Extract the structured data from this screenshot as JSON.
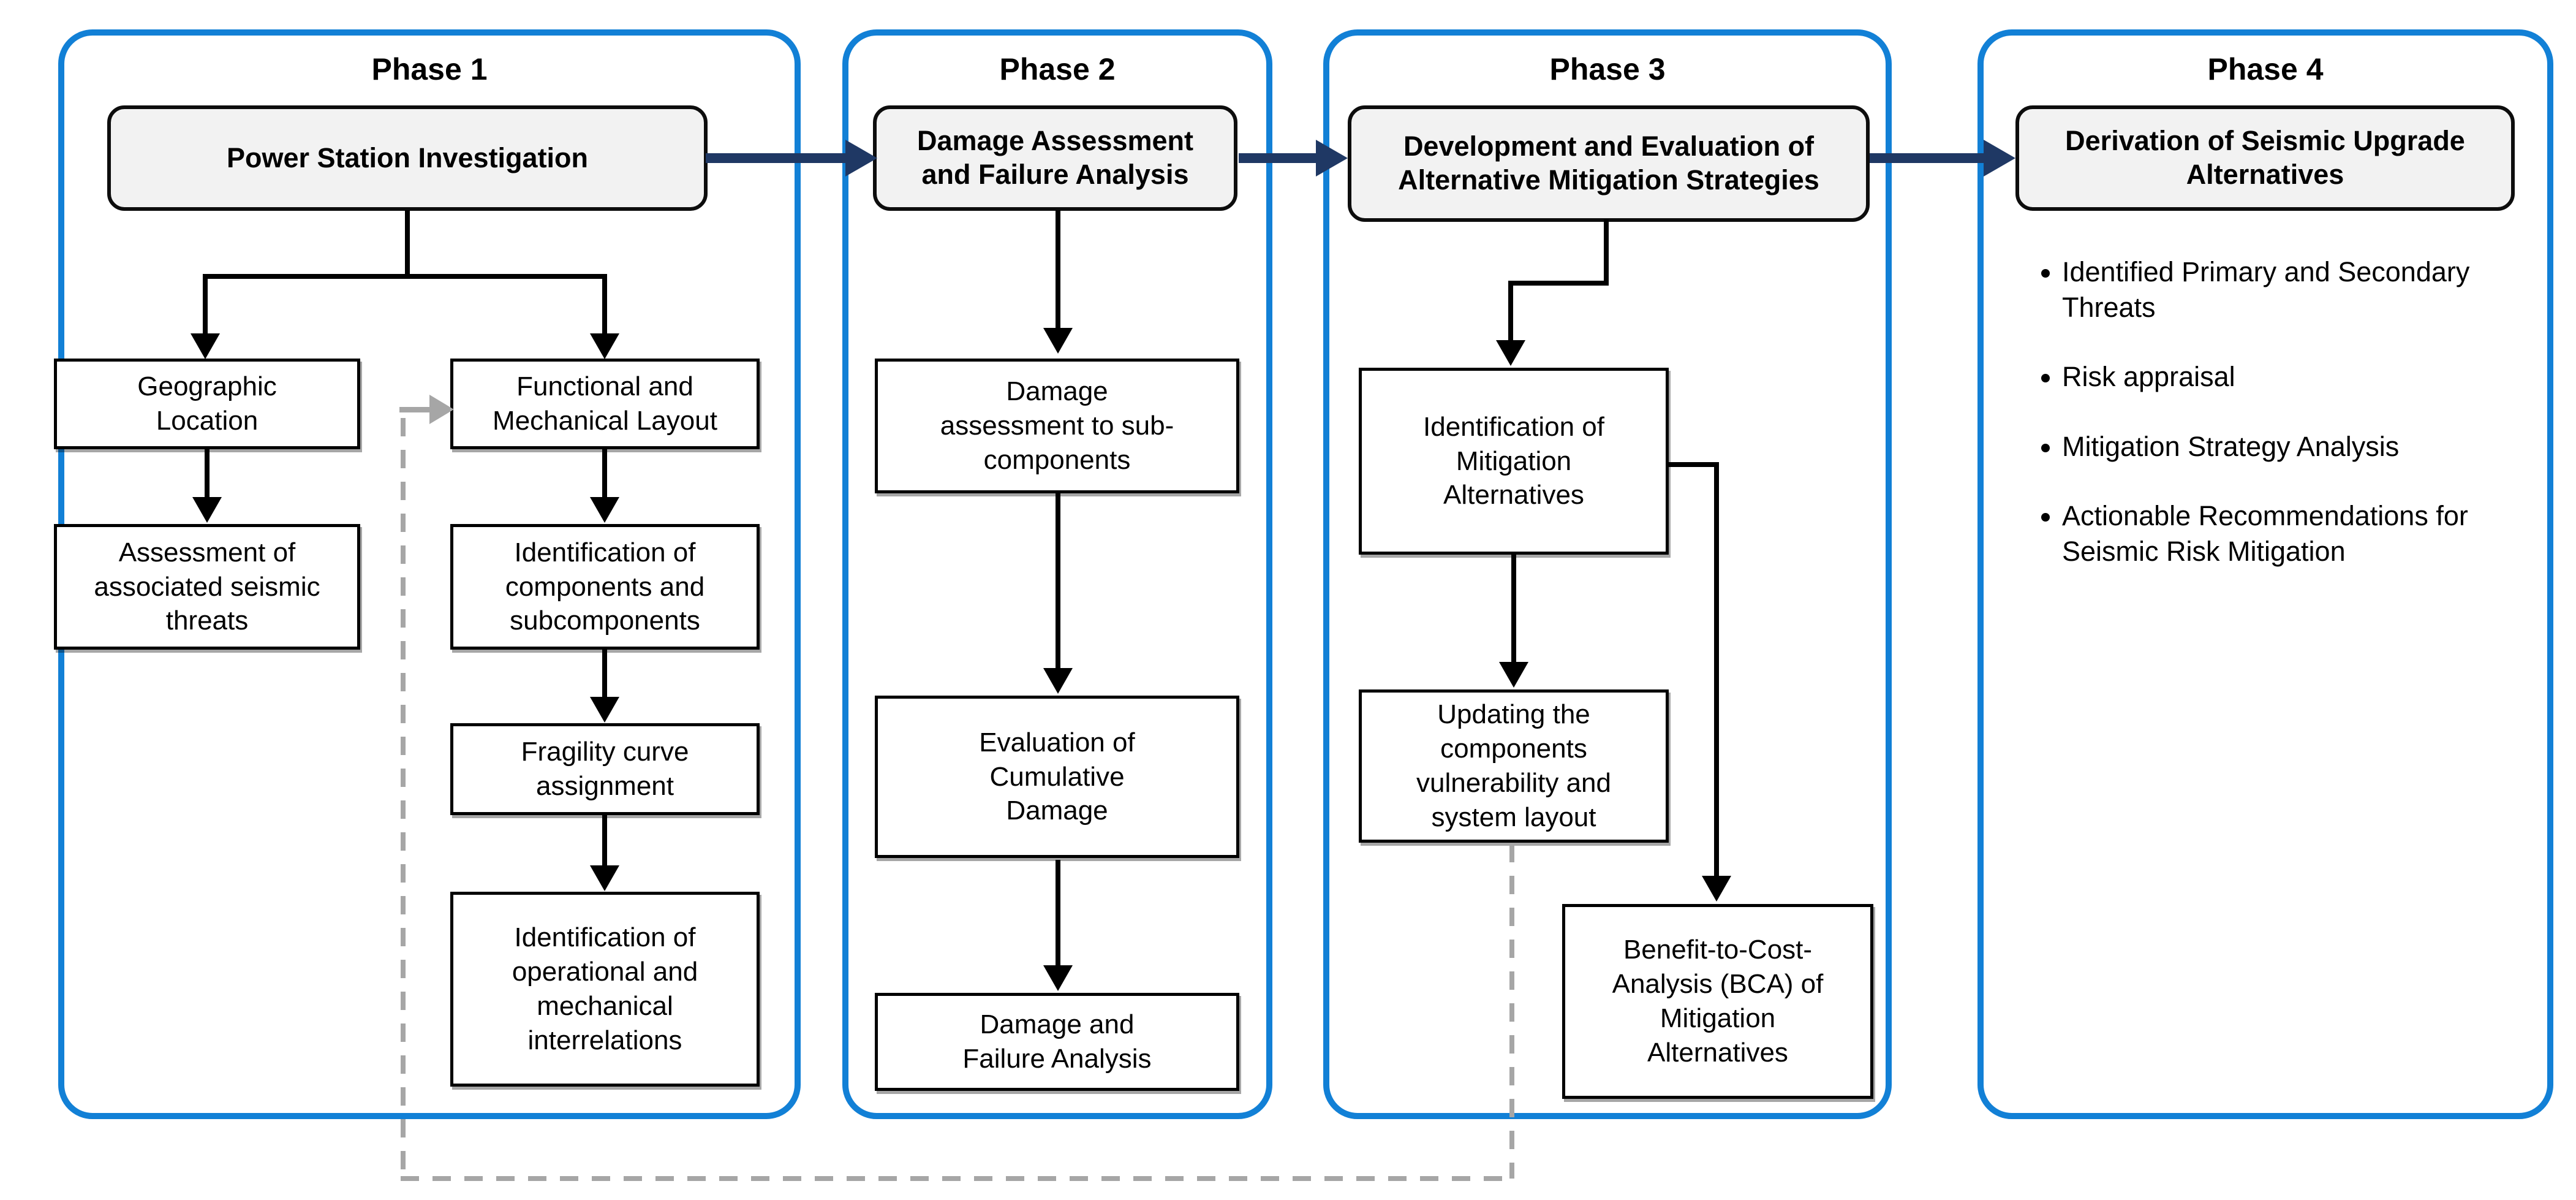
{
  "colors": {
    "panel-border": "#1280D6",
    "arrow-navy": "#1F3864",
    "dashed-gray": "#A6A6A6",
    "header-fill": "#F2F2F2",
    "box-border": "#000000"
  },
  "phase1": {
    "title": "Phase 1",
    "header": "Power Station Investigation",
    "boxes": {
      "geographic": "Geographic\nLocation",
      "assessment": "Assessment of\nassociated seismic\nthreats",
      "functional": "Functional and\nMechanical Layout",
      "components": "Identification of\ncomponents and\nsubcomponents",
      "fragility": "Fragility curve\nassignment",
      "operational": "Identification of\noperational and\nmechanical\ninterrelations"
    }
  },
  "phase2": {
    "title": "Phase 2",
    "header": "Damage Assessment\nand Failure Analysis",
    "boxes": {
      "damage_sub": "Damage\nassessment to sub-\ncomponents",
      "cumulative": "Evaluation of\nCumulative\nDamage",
      "failure": "Damage and\nFailure Analysis"
    }
  },
  "phase3": {
    "title": "Phase 3",
    "header": "Development and Evaluation of\nAlternative Mitigation Strategies",
    "boxes": {
      "identification": "Identification of\nMitigation\nAlternatives",
      "updating": "Updating the\ncomponents\nvulnerability and\nsystem layout",
      "bca": "Benefit-to-Cost-\nAnalysis (BCA) of\nMitigation\nAlternatives"
    }
  },
  "phase4": {
    "title": "Phase 4",
    "header": "Derivation of Seismic Upgrade\nAlternatives",
    "bullets": [
      "Identified Primary and Secondary Threats",
      "Risk appraisal",
      "Mitigation Strategy Analysis",
      "Actionable Recommendations for Seismic Risk Mitigation"
    ]
  }
}
